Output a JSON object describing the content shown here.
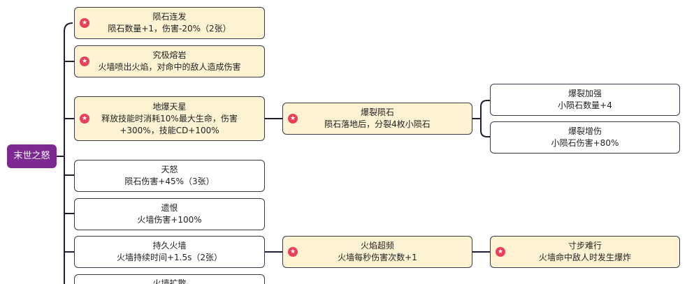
{
  "root": {
    "label": "末世之怒"
  },
  "branches": [
    {
      "id": "b1",
      "title": "陨石连发",
      "desc": [
        "陨石数量+1，伤害-20%（2张）"
      ],
      "starred": true
    },
    {
      "id": "b2",
      "title": "究极熔岩",
      "desc": [
        "火墙喷出火焰，对命中的敌人造成伤害"
      ],
      "starred": true
    },
    {
      "id": "b3",
      "title": "地爆天星",
      "desc": [
        "释放技能时消耗10%最大生命，伤害",
        "+300%，技能CD+100%"
      ],
      "starred": true,
      "children": [
        {
          "id": "b3c1",
          "title": "爆裂陨石",
          "desc": [
            "陨石落地后，分裂4枚小陨石"
          ],
          "starred": true,
          "children": [
            {
              "id": "b3c1a",
              "title": "爆裂加强",
              "desc": [
                "小陨石数量+4"
              ],
              "starred": false
            },
            {
              "id": "b3c1b",
              "title": "爆裂增伤",
              "desc": [
                "小陨石伤害+80%"
              ],
              "starred": false
            }
          ]
        }
      ]
    },
    {
      "id": "b4",
      "title": "天怒",
      "desc": [
        "陨石伤害+45%（3张）"
      ],
      "starred": false
    },
    {
      "id": "b5",
      "title": "遗恨",
      "desc": [
        "火墙伤害+100%"
      ],
      "starred": false
    },
    {
      "id": "b6",
      "title": "持久火墙",
      "desc": [
        "火墙持续时间+1.5s（2张）"
      ],
      "starred": false,
      "children": [
        {
          "id": "b6c1",
          "title": "火焰超频",
          "desc": [
            "火墙每秒伤害次数+1"
          ],
          "starred": true,
          "children": [
            {
              "id": "b6c1a",
              "title": "寸步难行",
              "desc": [
                "火墙命中敌人时发生爆炸"
              ],
              "starred": true
            }
          ]
        }
      ]
    },
    {
      "id": "b7",
      "title": "火墙扩散",
      "desc": [],
      "starred": false
    }
  ],
  "colors": {
    "highlight": "#fdf3d3",
    "plain": "#ffffff",
    "root": "#7c2a92",
    "star": "#e8405a",
    "line": "#1e1e30"
  },
  "icon": "star-badge-icon"
}
